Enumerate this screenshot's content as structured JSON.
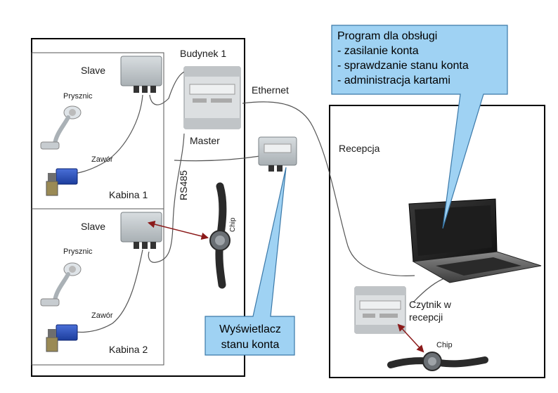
{
  "building": {
    "title": "Budynek 1",
    "cabin1": {
      "slave_label": "Slave",
      "shower_label": "Prysznic",
      "valve_label": "Zawór",
      "cabin_label": "Kabina 1"
    },
    "cabin2": {
      "slave_label": "Slave",
      "shower_label": "Prysznic",
      "valve_label": "Zawór",
      "cabin_label": "Kabina 2"
    },
    "master_label": "Master",
    "bus_label": "RS485",
    "chip_label": "Chip"
  },
  "network": {
    "ethernet_label": "Ethernet"
  },
  "reception": {
    "title": "Recepcja",
    "reader_label_line1": "Czytnik w",
    "reader_label_line2": "recepcji",
    "chip_label": "Chip"
  },
  "callouts": {
    "program": {
      "lines": [
        "Program dla obsługi",
        "- zasilanie konta",
        "- sprawdzanie stanu konta",
        "- administracja kartami"
      ]
    },
    "display": {
      "line1": "Wyświetlacz",
      "line2": "stanu konta"
    }
  },
  "colors": {
    "callout_fill": "#9fd2f3",
    "callout_stroke": "#3a78a8",
    "arrow": "#8b1a1a",
    "frame": "#000000"
  }
}
